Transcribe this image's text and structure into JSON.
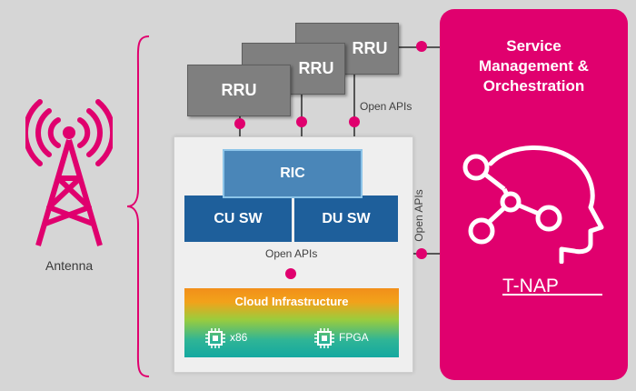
{
  "colors": {
    "magenta": "#e0006e",
    "blue": "#1e5f9b",
    "ric": "#4a86b8",
    "rru": "#7f7f7f"
  },
  "antenna": {
    "label": "Antenna",
    "icon": "antenna-tower-icon"
  },
  "rru_boxes": [
    "RRU",
    "RRU",
    "RRU"
  ],
  "interfaces": {
    "rru_open_apis": "Open APIs",
    "smo_open_apis": "Open APIs",
    "cu_du_open_apis": "Open APIs"
  },
  "compute": {
    "ric": "RIC",
    "cu": "CU SW",
    "du": "DU SW",
    "cloud": {
      "title": "Cloud Infrastructure",
      "chips": [
        {
          "label": "x86",
          "icon": "cpu-chip-icon"
        },
        {
          "label": "FPGA",
          "icon": "cpu-chip-icon"
        }
      ]
    }
  },
  "smo": {
    "title_lines": [
      "Service",
      "Management  &",
      "Orchestration"
    ],
    "icon": "network-head-icon",
    "name": "T-NAP"
  }
}
